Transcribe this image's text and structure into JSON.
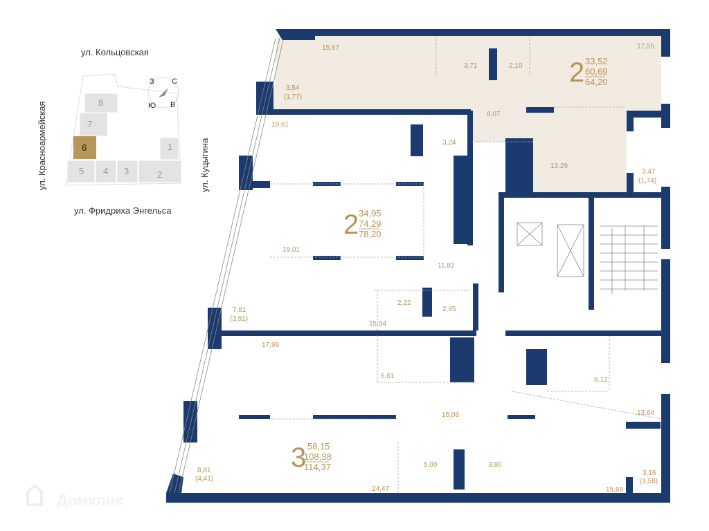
{
  "site_plan": {
    "streets": {
      "north": "ул. Кольцовская",
      "west": "ул. Красноармейская",
      "east": "ул. Куцыгина",
      "south": "ул. Фридриха Энгельса"
    },
    "compass": {
      "n": "С",
      "e": "В",
      "s": "Ю",
      "w": "З"
    },
    "blocks": [
      "1",
      "2",
      "3",
      "4",
      "5",
      "6",
      "7",
      "8"
    ],
    "selected_block": "6",
    "selected_color": "#b8965a"
  },
  "apartments": [
    {
      "rooms": "2",
      "living": "33,52",
      "total_no_balcony": "60,69",
      "total": "64,20"
    },
    {
      "rooms": "2",
      "living": "34,95",
      "total_no_balcony": "74,29",
      "total": "78,20"
    },
    {
      "rooms": "3",
      "living": "58,15",
      "total_no_balcony": "108,38",
      "total": "114,37"
    }
  ],
  "rooms": {
    "r1": "15,97",
    "r2": "3,54",
    "r2b": "(1,77)",
    "r3": "3,71",
    "r4": "2,10",
    "r5": "17,55",
    "r6": "8,07",
    "r7": "13,29",
    "r8": "3,47",
    "r8b": "(1,74)",
    "r9": "19,61",
    "r10": "3,24",
    "r11": "19,01",
    "r12": "11,82",
    "r13": "7,81",
    "r13b": "(3,91)",
    "r14": "2,22",
    "r15": "2,45",
    "r16": "15,94",
    "r17": "17,99",
    "r18": "6,61",
    "r19": "15,06",
    "r20": "6,12",
    "r21": "13,64",
    "r22": "8,81",
    "r22b": "(4,41)",
    "r23": "5,00",
    "r24": "3,80",
    "r25": "24,47",
    "r26": "15,69",
    "r27": "3,16",
    "r27b": "(1,58)"
  },
  "colors": {
    "wall": "#1b3a6d",
    "highlight": "#f1ebe2",
    "label": "#b89358"
  },
  "watermark": "Домклик"
}
